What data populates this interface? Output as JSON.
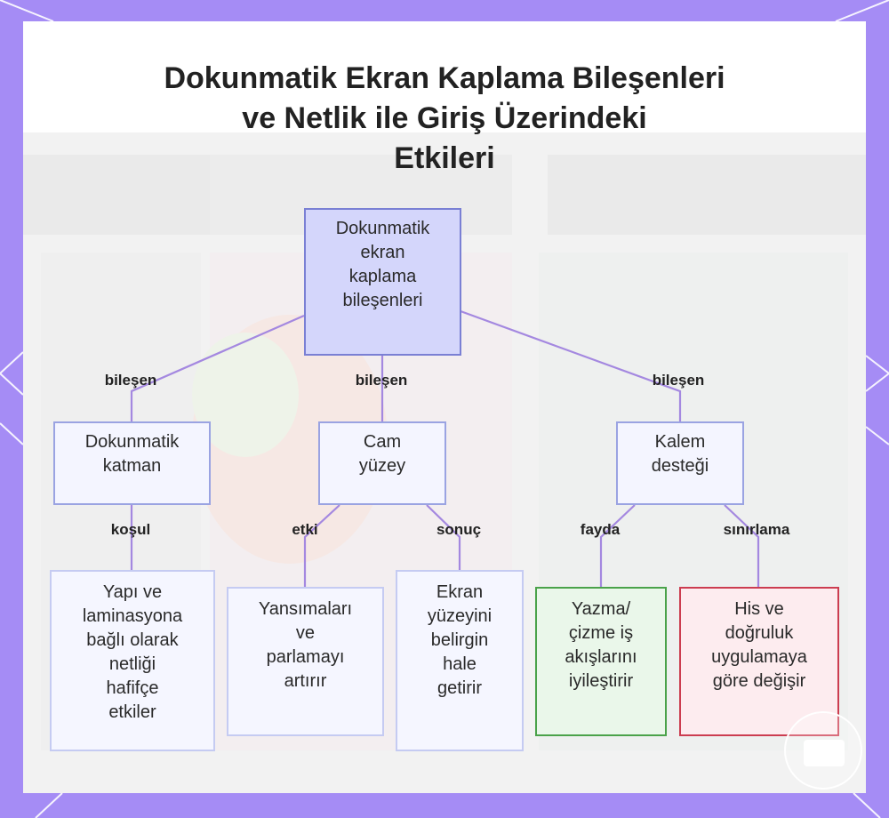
{
  "title_lines": [
    "Dokunmatik Ekran Kaplama Bileşenleri",
    "ve Netlik ile Giriş Üzerindeki",
    "Etkileri"
  ],
  "nodes": {
    "root": "Dokunmatik\nekran\nkaplama\nbileşenleri",
    "touch_layer": "Dokunmatik\nkatman",
    "glass_surface": "Cam\nyüzey",
    "pen_support": "Kalem\ndesteği",
    "clarity": "Yapı ve\nlaminasyona\nbağlı olarak\nnetliği\nhafifçe\netkiler",
    "reflections": "Yansımaları\nve\nparlamayı\nartırır",
    "prominent": "Ekran\nyüzeyini\nbelirgin\nhale\ngetirir",
    "workflows": "Yazma/\nçizme iş\nakışlarını\niyileştirir",
    "feel": "His ve\ndoğruluk\nuygulamaya\ngöre değişir"
  },
  "edge_labels": {
    "root_touch": "bileşen",
    "root_glass": "bileşen",
    "root_pen": "bileşen",
    "touch_clarity": "koşul",
    "glass_reflections": "etki",
    "glass_prominent": "sonuç",
    "pen_workflows": "fayda",
    "pen_feel": "sınırlama"
  },
  "colors": {
    "background": "#a58cf5",
    "edge": "#a488e0",
    "root_fill": "#d4d6fb",
    "positive_border": "#4aa24a",
    "negative_border": "#cc3d50"
  },
  "icons": [
    "chat-bubble-icon"
  ]
}
